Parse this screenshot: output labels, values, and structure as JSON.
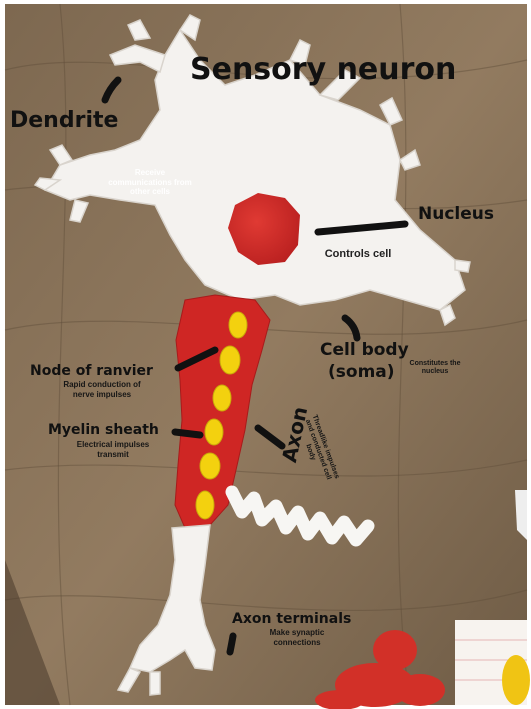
{
  "title": "Sensory neuron",
  "labels": {
    "dendrite": "Dendrite",
    "dendrite_desc": "Receive\ncommunications from\nother cells",
    "nucleus": "Nucleus",
    "nucleus_desc": "Controls cell",
    "cell_body": "Cell body",
    "soma": "(soma)",
    "cell_body_desc": "Constitutes the\nnucleus",
    "node": "Node of ranvier",
    "node_desc": "Rapid conduction of\nnerve impulses",
    "myelin": "Myelin sheath",
    "myelin_desc": "Electrical impulses\ntransmit",
    "axon": "Axon",
    "axon_desc": "Threadlike impulses\nand conducted cell\nbody",
    "terminals": "Axon terminals",
    "terminals_desc": "Make synaptic\nconnections"
  },
  "colors": {
    "wood": "#8a7358",
    "clay_white": "#f4f2ef",
    "clay_red": "#d72a27",
    "clay_yellow": "#f3d10f",
    "ink": "#111111"
  }
}
